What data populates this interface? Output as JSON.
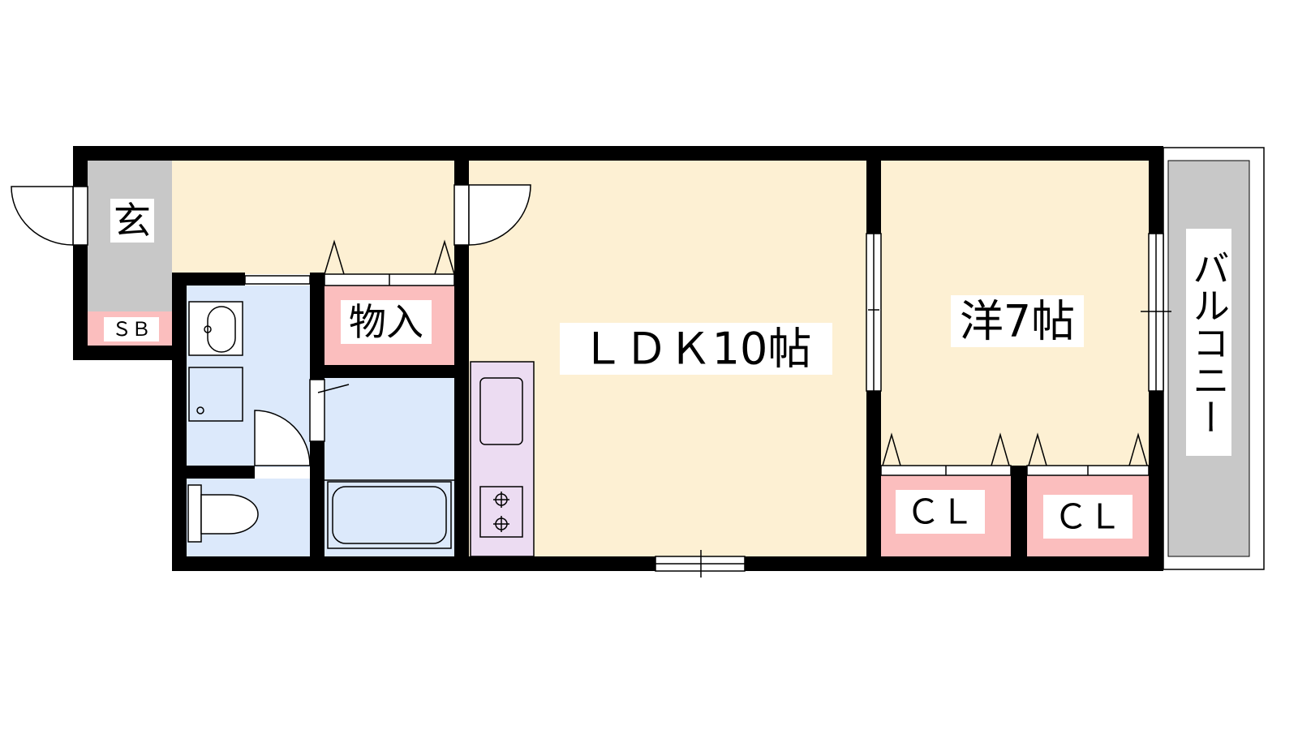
{
  "rooms": {
    "entrance": "玄",
    "shoe_box": "ＳＢ",
    "storage": "物入",
    "ldk": "ＬＤＫ10帖",
    "western": "洋7帖",
    "closet_left": "ＣＬ",
    "closet_right": "ＣＬ",
    "balcony": "バルコニー"
  },
  "colors": {
    "wall": "#000000",
    "floor_wood": "#fdf0d3",
    "wet_area": "#dce9fb",
    "storage": "#fbbebe",
    "kitchen": "#ecdcf2",
    "entrance": "#c8c8c8",
    "balcony": "#c8c8c8"
  }
}
